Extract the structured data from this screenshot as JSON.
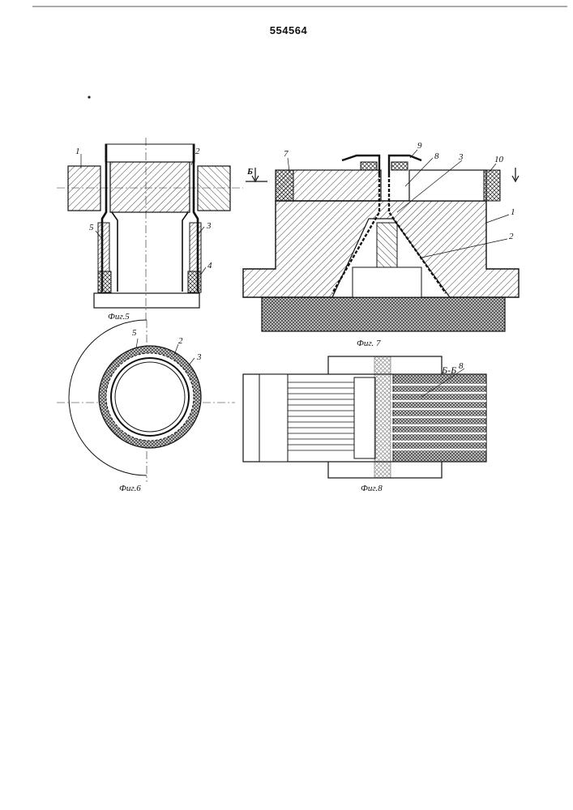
{
  "document": {
    "patent_number": "554564"
  },
  "figures": {
    "fig5": {
      "caption": "Фиг.5",
      "labels": [
        "1",
        "2",
        "5",
        "3",
        "4"
      ]
    },
    "fig6": {
      "caption": "Фиг.6",
      "labels": [
        "5",
        "2",
        "3"
      ]
    },
    "fig7": {
      "caption": "Фиг. 7",
      "labels": [
        "7",
        "9",
        "8",
        "3",
        "10",
        "1",
        "2"
      ],
      "section_mark": "Б"
    },
    "fig8": {
      "caption": "Фиг.8",
      "section_title": "Б-Б",
      "labels": [
        "8"
      ]
    }
  },
  "colors": {
    "ink": "#111111",
    "paper": "#ffffff"
  }
}
